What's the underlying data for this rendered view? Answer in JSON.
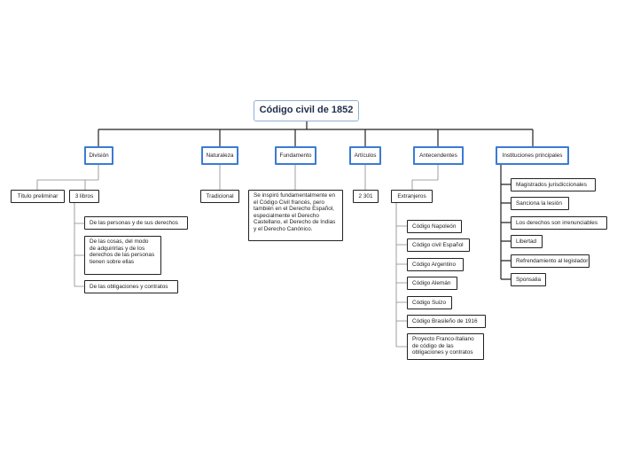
{
  "map": {
    "title": "Código civil de 1852",
    "branches": {
      "division": {
        "label": "División",
        "titulo": "Título preliminar",
        "libros": "3 libros",
        "libros_items": [
          "De las personas y de sus derechos",
          "De las cosas, del modo de adquirirlas y de los derechos de las personas tienen sobre ellas",
          "De las obligaciones y contratos"
        ]
      },
      "naturaleza": {
        "label": "Naturaleza",
        "value": "Tradicional"
      },
      "fundamento": {
        "label": "Fundamento",
        "value": "Se inspiró fundamentalmente en el Código Civil francés, pero también en el Derecho Español, especialmente el Derecho Castellano, el Derecho de Indias y el Derecho Canónico."
      },
      "articulos": {
        "label": "Artículos",
        "value": "2 301"
      },
      "antecedentes": {
        "label": "Antecendentes",
        "extranjeros": "Extranjeros",
        "items": [
          "Código Napoleón",
          "Código civil Español",
          "Código Argentino",
          "Código Alemán",
          "Código Suizo",
          "Código Brasileño de 1916",
          "Proyecto Franco-Italiano de código de las obligaciones y contratos"
        ]
      },
      "instituciones": {
        "label": "Instituciones principales",
        "items": [
          "Magistrados jurisdiccionales",
          "Sanciona la lesión",
          "Los derechos son irrenunciables",
          "Libertad",
          "Refrendamiento al legislador",
          "Sponsalia"
        ]
      }
    }
  }
}
